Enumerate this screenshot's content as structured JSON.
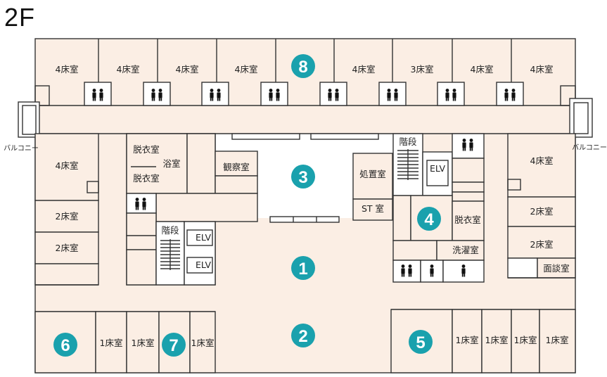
{
  "floor_label": "2F",
  "balcony_label": "バルコニー",
  "rooms": {
    "four_bed": "4床室",
    "three_bed": "3床室",
    "two_bed": "2床室",
    "one_bed": "1床室",
    "undressing": "脱衣室",
    "bathroom": "浴室",
    "observation": "観察室",
    "stairs": "階段",
    "elevator": "ELV",
    "treatment": "処置室",
    "staff_room": "ST 室",
    "laundry": "洗濯室",
    "interview": "面談室"
  },
  "area_numbers": [
    "1",
    "2",
    "3",
    "4",
    "5",
    "6",
    "7",
    "8"
  ],
  "colors": {
    "floor": "#fbeee4",
    "marker": "#1aa1ad",
    "line": "#333333"
  },
  "icons": [
    "restroom-icon",
    "male-icon",
    "female-icon"
  ]
}
